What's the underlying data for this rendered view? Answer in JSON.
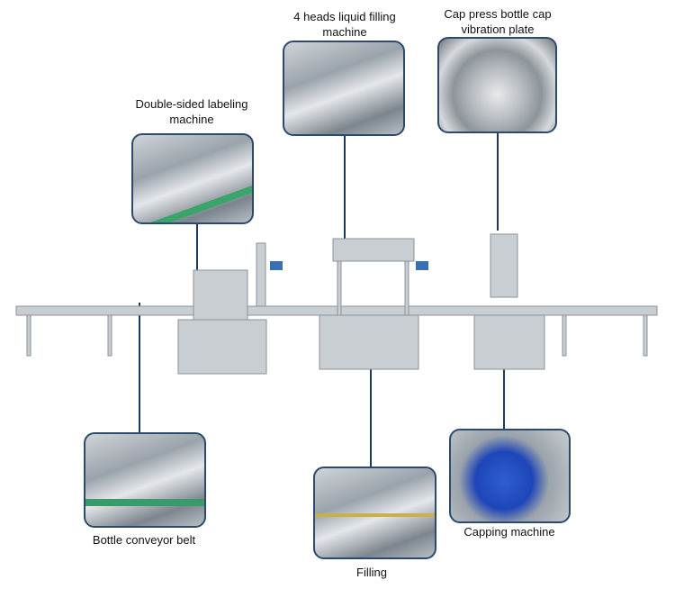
{
  "labels": {
    "filling_machine": [
      "4 heads liquid filling",
      "machine"
    ],
    "cap_plate": [
      "Cap press bottle cap",
      "vibration plate"
    ],
    "labeling": [
      "Double-sided labeling",
      "machine"
    ],
    "conveyor": "Bottle conveyor belt",
    "filling": "Filling",
    "capping": "Capping machine"
  },
  "colors": {
    "frame": "#2b4a6e",
    "connector": "#1f3a5f",
    "machine_steel": "#c9ced3"
  }
}
